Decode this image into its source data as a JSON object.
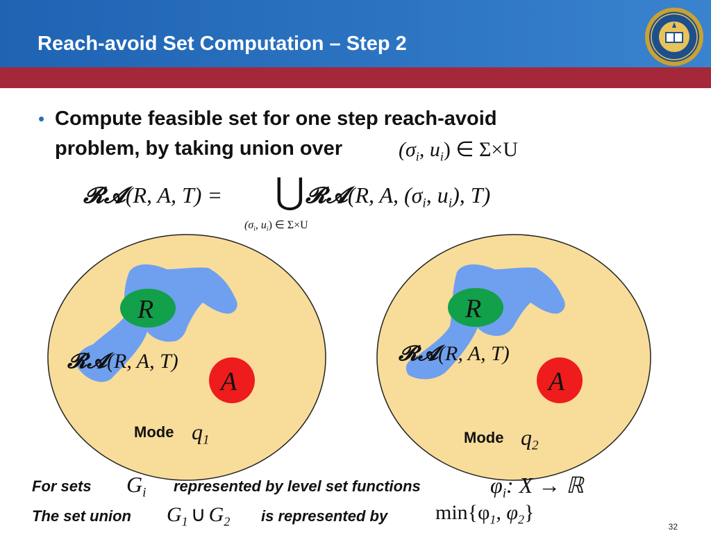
{
  "slide": {
    "title": "Reach-avoid Set Computation – Step 2",
    "bullet_line1": "Compute feasible set for one step reach-avoid",
    "bullet_line2": "problem, by taking union over",
    "page_number": "32"
  },
  "math": {
    "pair_sigma_u": "(σ",
    "pair_u": ", u",
    "pair_end": ") ∈ Σ×U",
    "ra_symbol": "𝓡𝓐",
    "eq_lhs": "(R, A, T) =",
    "union_symbol": "⋃",
    "eq_rhs": "(R, A, (σ",
    "eq_rhs_mid": ", u",
    "eq_rhs_end": "), T)",
    "union_index": "(σ",
    "union_index_mid": ", u",
    "union_index_end": ") ∈ Σ×U",
    "sub_i": "i"
  },
  "diagram": {
    "mode1": {
      "reach_label": "R",
      "avoid_label": "A",
      "ra_label": "(R, A, T)",
      "mode_label": "Mode",
      "mode_var": "q",
      "mode_sub": "1"
    },
    "mode2": {
      "reach_label": "R",
      "avoid_label": "A",
      "ra_label": "(R, A, T)",
      "mode_label": "Mode",
      "mode_var": "q",
      "mode_sub": "2"
    }
  },
  "footer": {
    "line1_a": "For sets",
    "set_G": "G",
    "line1_b": "represented by level set functions",
    "phi": "φ",
    "map": ": X → ℝ",
    "line2_a": "The set union",
    "G1": "G",
    "cup": "∪",
    "G2": "G",
    "line2_b": "is represented by",
    "min": "min{φ",
    "min_mid": ", φ",
    "min_end": "}",
    "one": "1",
    "two": "2"
  },
  "colors": {
    "header_blue": "#2c74c2",
    "red_band": "#a4283a",
    "mode_fill": "#f8dc9a",
    "reach_green": "#12a04a",
    "avoid_red": "#ee1c1c",
    "ra_blue": "#6fa0ef",
    "seal_gold": "#c9a233"
  }
}
